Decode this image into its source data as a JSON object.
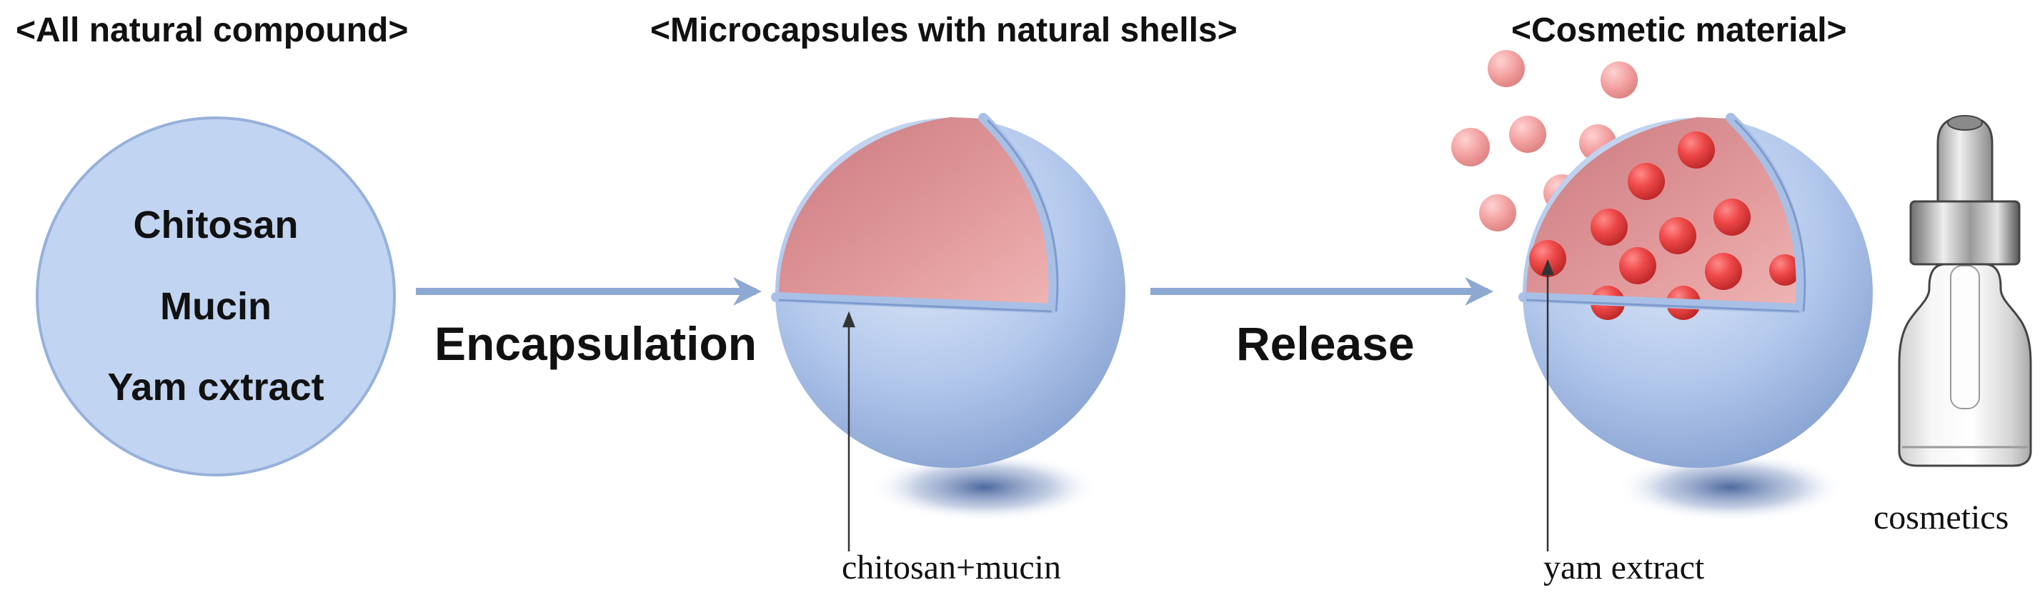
{
  "titles": {
    "natural": "<All  natural compound>",
    "micro": "<Microcapsules with natural shells>",
    "cosmetic": "<Cosmetic material>"
  },
  "compounds": [
    "Chitosan",
    "Mucin",
    "Yam cxtract"
  ],
  "steps": {
    "encapsulation": "Encapsulation",
    "release": "Release"
  },
  "labels": {
    "shell": "chitosan+mucin",
    "core": "yam extract",
    "product": "cosmetics"
  },
  "colors": {
    "compound_fill": "#c1d4f1",
    "compound_stroke": "#97b1db",
    "arrow": "#8da8d2",
    "core_pink": "#de9595",
    "particle_red": "#e84545",
    "sphere_blue": "#adc4ea"
  }
}
